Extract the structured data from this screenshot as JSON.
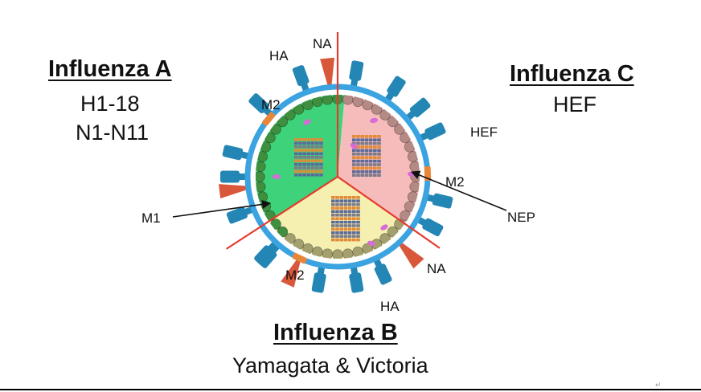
{
  "influenza_a": {
    "title": "Influenza A",
    "subtypes": [
      "H1-18",
      "N1-N11"
    ]
  },
  "influenza_b": {
    "title": "Influenza B",
    "lineages": "Yamagata & Victoria"
  },
  "influenza_c": {
    "title": "Influenza C",
    "protein": "HEF"
  },
  "labels": {
    "ha_top": "HA",
    "na_top": "NA",
    "m2_left": "M2",
    "m1": "M1",
    "hef": "HEF",
    "m2_right": "M2",
    "nep": "NEP",
    "m2_bottom": "M2",
    "na_bottom": "NA",
    "ha_bottom": "HA"
  },
  "colors": {
    "ha": "#2386b5",
    "na": "#d9573b",
    "m2": "#e8873a",
    "m1_green": "#3f8f3f",
    "m1_olive": "#a39f6e",
    "m1_rose": "#b58a85",
    "envelope": "#3aa3e0",
    "divider": "#e53b2e",
    "sector_a": "#3ed37a",
    "sector_b": "#f5f0b0",
    "sector_c": "#f6bcbc",
    "nep": "#d86bd6"
  }
}
